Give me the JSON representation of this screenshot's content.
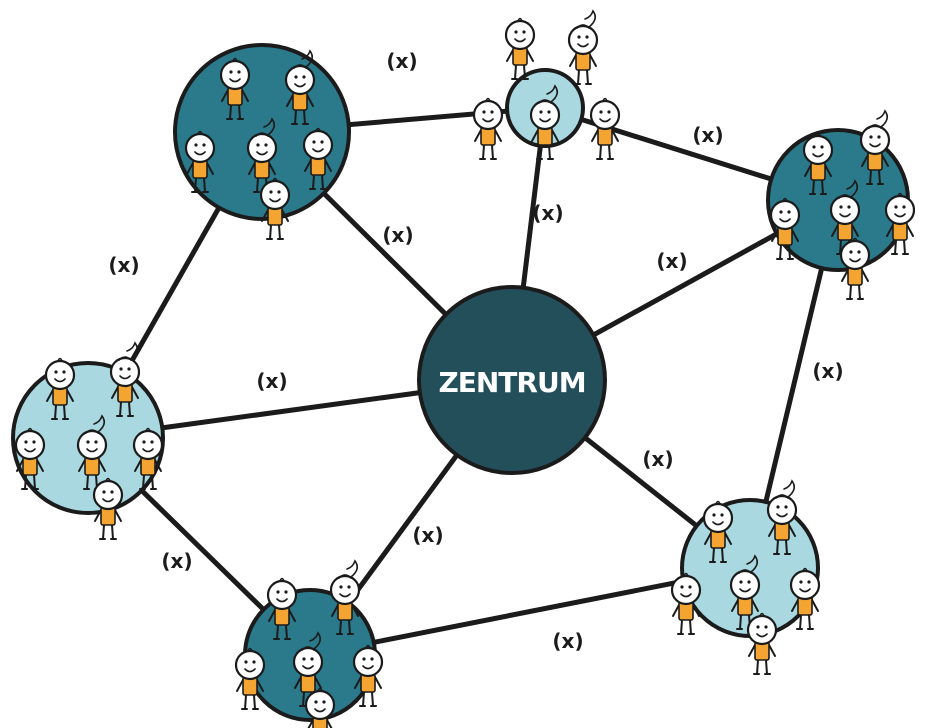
{
  "diagram": {
    "center": {
      "label": "ZENTRUM",
      "color": "#234f5b"
    },
    "edge_label": "(x)",
    "colors": {
      "dark_group": "#2a7a8c",
      "light_group": "#a9d8e0",
      "shirt": "#f4a531",
      "line": "#1b1b1b"
    },
    "groups": [
      {
        "id": "top-left",
        "fill": "dark",
        "people": 6
      },
      {
        "id": "top-mid",
        "fill": "light",
        "people": 5
      },
      {
        "id": "right",
        "fill": "dark",
        "people": 6
      },
      {
        "id": "left",
        "fill": "light",
        "people": 6
      },
      {
        "id": "bottom-left",
        "fill": "dark",
        "people": 6
      },
      {
        "id": "bottom-right",
        "fill": "light",
        "people": 6
      }
    ],
    "edges": [
      {
        "from": "top-left",
        "to": "top-mid"
      },
      {
        "from": "top-mid",
        "to": "right"
      },
      {
        "from": "right",
        "to": "bottom-right"
      },
      {
        "from": "bottom-right",
        "to": "bottom-left"
      },
      {
        "from": "bottom-left",
        "to": "left"
      },
      {
        "from": "left",
        "to": "top-left"
      },
      {
        "from": "center",
        "to": "top-left"
      },
      {
        "from": "center",
        "to": "top-mid"
      },
      {
        "from": "center",
        "to": "right"
      },
      {
        "from": "center",
        "to": "left"
      },
      {
        "from": "center",
        "to": "bottom-left"
      },
      {
        "from": "center",
        "to": "bottom-right"
      }
    ]
  }
}
